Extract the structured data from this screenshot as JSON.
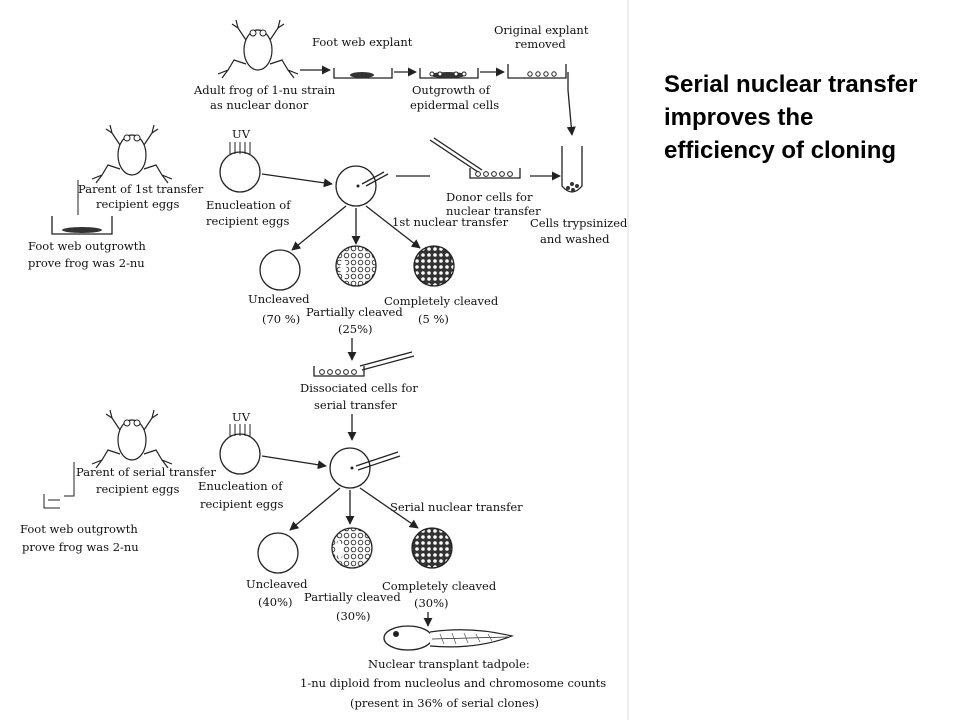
{
  "title": "Serial nuclear transfer improves the efficiency of cloning",
  "labels": {
    "foot_web_explant": "Foot web explant",
    "original_explant_1": "Original explant",
    "original_explant_2": "removed",
    "adult_frog_1": "Adult frog of 1-nu strain",
    "adult_frog_2": "as nuclear donor",
    "outgrowth_1": "Outgrowth of",
    "outgrowth_2": "epidermal cells",
    "uv_top": "UV",
    "parent_1st_1": "Parent of 1st transfer",
    "parent_1st_2": "recipient eggs",
    "enucleation_1a": "Enucleation of",
    "enucleation_1b": "recipient eggs",
    "donor_cells_1": "Donor cells for",
    "donor_cells_2": "nuclear transfer",
    "nuclear_transfer_1st": "1st nuclear transfer",
    "cells_trypsinized_1": "Cells trypsinized",
    "cells_trypsinized_2": "and washed",
    "foot_web_check_1a": "Foot web outgrowth",
    "foot_web_check_1b": "prove frog was 2-nu",
    "uncleaved_1": "Uncleaved",
    "uncleaved_1_pct": "(70 %)",
    "partially_1": "Partially cleaved",
    "partially_1_pct": "(25%)",
    "completely_1": "Completely cleaved",
    "completely_1_pct": "(5 %)",
    "dissociated_1": "Dissociated cells for",
    "dissociated_2": "serial transfer",
    "uv_bottom": "UV",
    "parent_serial_1": "Parent of serial transfer",
    "parent_serial_2": "recipient eggs",
    "enucleation_2a": "Enucleation of",
    "enucleation_2b": "recipient eggs",
    "serial_transfer": "Serial nuclear transfer",
    "foot_web_check_2a": "Foot web outgrowth",
    "foot_web_check_2b": "prove frog was 2-nu",
    "uncleaved_2": "Uncleaved",
    "uncleaved_2_pct": "(40%)",
    "partially_2": "Partially cleaved",
    "partially_2_pct": "(30%)",
    "completely_2": "Completely cleaved",
    "completely_2_pct": "(30%)",
    "tadpole_1": "Nuclear transplant tadpole:",
    "tadpole_2": "1-nu diploid from nucleolus and chromosome counts",
    "tadpole_3": "(present in 36% of serial clones)"
  }
}
